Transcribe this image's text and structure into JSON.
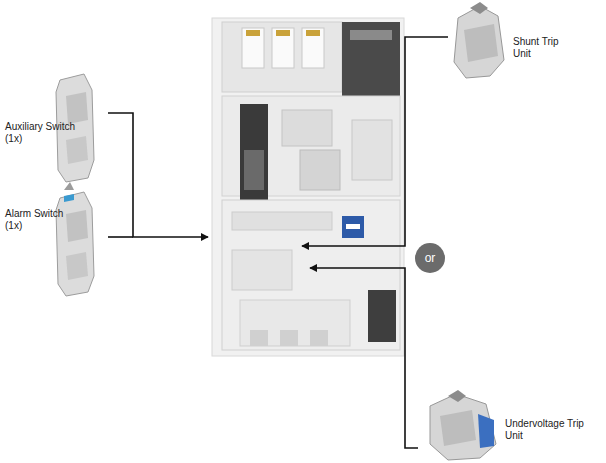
{
  "diagram": {
    "nodes": [
      {
        "text": [
          "or"
        ]
      }
    ],
    "labels": [
      "Auxiliary Switch (1x)",
      "Alarm Switch (1x)",
      "Shunt Trip Unit",
      "Undervoltage Trip Unit"
    ]
  }
}
